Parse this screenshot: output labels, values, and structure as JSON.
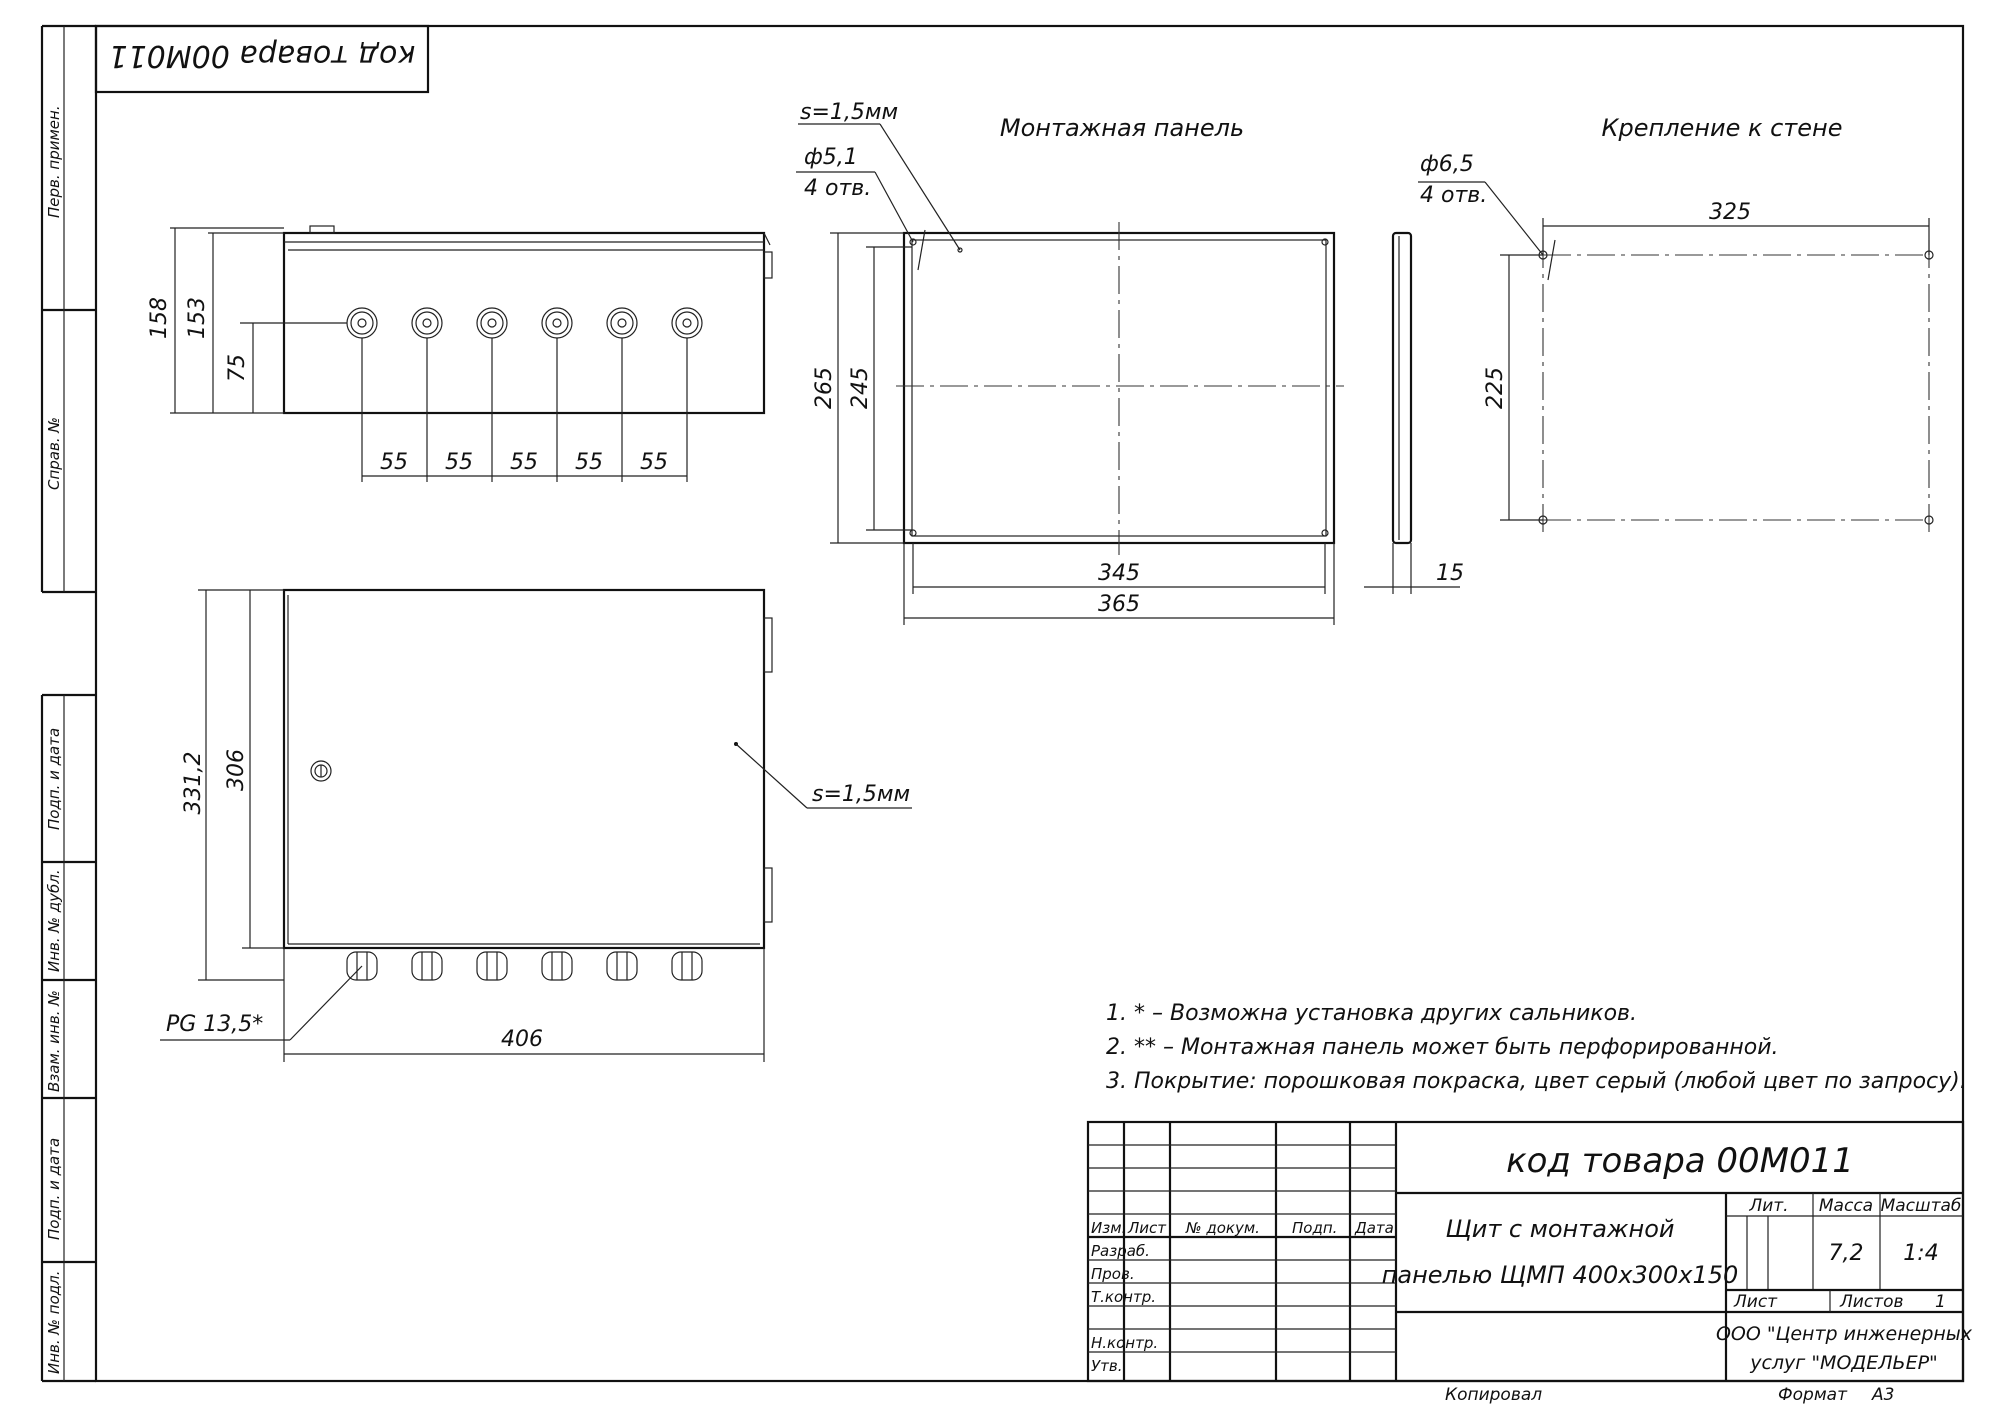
{
  "stamp_top": "код товара 00М011",
  "side_labels": {
    "perv_primen": "Перв. примен.",
    "sprav_no": "Справ. №",
    "podp_data_1": "Подп. и дата",
    "inv_dubl": "Инв. № дубл.",
    "vzam_inv": "Взам. инв. №",
    "podp_data_2": "Подп. и дата",
    "inv_podl": "Инв. № подл."
  },
  "views": {
    "mounting_panel_title": "Монтажная панель",
    "wall_mount_title": "Крепление к стене"
  },
  "dims": {
    "front_h1": "158",
    "front_h2": "153",
    "front_h3": "75",
    "pitch": "55",
    "s_panel": "s=1,5мм",
    "hole_d1": "ф5,1",
    "hole_n1": "4 отв.",
    "panel_h1": "265",
    "panel_h2": "245",
    "panel_w1": "345",
    "panel_w2": "365",
    "panel_t": "15",
    "hole_d2": "ф6,5",
    "hole_n2": "4 отв.",
    "wall_w": "325",
    "wall_h": "225",
    "body_h1": "331,2",
    "body_h2": "306",
    "s_door": "s=1,5мм",
    "gland": "PG 13,5*",
    "body_w": "406"
  },
  "notes": [
    "1.  * – Возможна установка других сальников.",
    "2.  ** – Монтажная панель может быть перфорированной.",
    "3.  Покрытие: порошковая покраска, цвет серый (любой цвет по запросу)."
  ],
  "title_block": {
    "code": "код товара 00М011",
    "name_line1": "Щит с монтажной",
    "name_line2": "панелью ЩМП 400х300х150",
    "col_izm": "Изм.",
    "col_list": "Лист",
    "col_docum": "№ докум.",
    "col_podp": "Подп.",
    "col_data": "Дата",
    "row_razrab": "Разраб.",
    "row_prov": "Пров.",
    "row_tkontr": "Т.контр.",
    "row_nkontr": "Н.контр.",
    "row_utv": "Утв.",
    "lit": "Лит.",
    "massa": "Масса",
    "masshtab": "Масштаб",
    "massa_val": "7,2",
    "masshtab_val": "1:4",
    "list_label": "Лист",
    "listov_label": "Листов",
    "listov_val": "1",
    "org_line1": "ООО \"Центр инженерных",
    "org_line2": "услуг \"МОДЕЛЬЕР\""
  },
  "footer": {
    "kopiroval": "Копировал",
    "format_label": "Формат",
    "format_val": "А3"
  }
}
